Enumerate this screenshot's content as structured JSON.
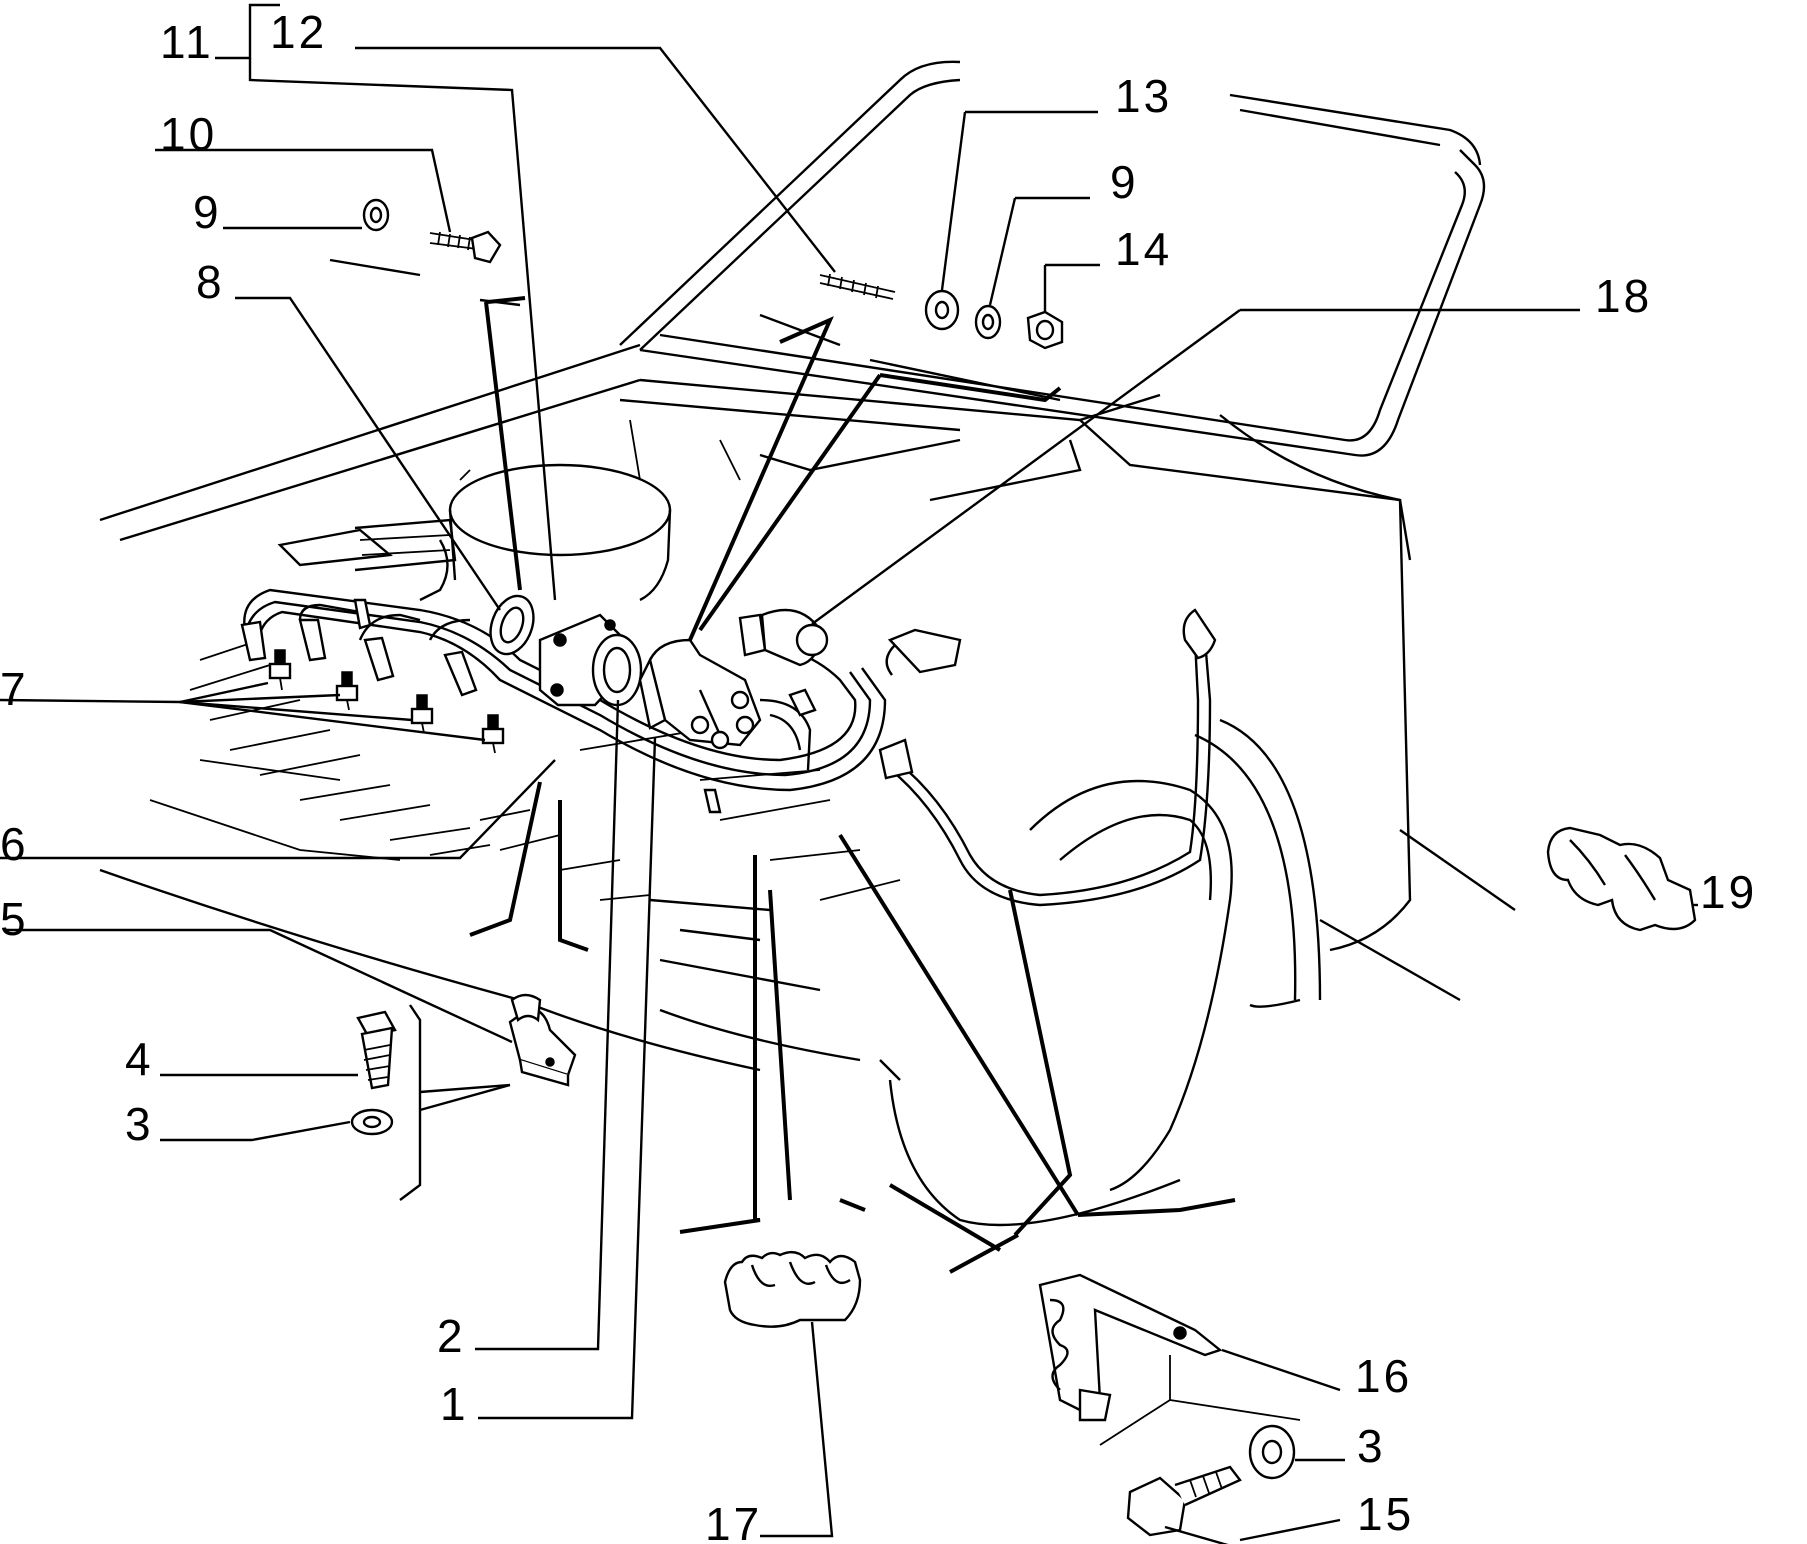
{
  "diagram": {
    "labels": [
      {
        "id": "lbl-11",
        "text": "11"
      },
      {
        "id": "lbl-12",
        "text": "12"
      },
      {
        "id": "lbl-10",
        "text": "10"
      },
      {
        "id": "lbl-9a",
        "text": "9"
      },
      {
        "id": "lbl-8",
        "text": "8"
      },
      {
        "id": "lbl-7",
        "text": "7"
      },
      {
        "id": "lbl-6",
        "text": "6"
      },
      {
        "id": "lbl-5",
        "text": "5"
      },
      {
        "id": "lbl-4",
        "text": "4"
      },
      {
        "id": "lbl-3a",
        "text": "3"
      },
      {
        "id": "lbl-2",
        "text": "2"
      },
      {
        "id": "lbl-1",
        "text": "1"
      },
      {
        "id": "lbl-17",
        "text": "17"
      },
      {
        "id": "lbl-13",
        "text": "13"
      },
      {
        "id": "lbl-9b",
        "text": "9"
      },
      {
        "id": "lbl-14",
        "text": "14"
      },
      {
        "id": "lbl-18",
        "text": "18"
      },
      {
        "id": "lbl-19",
        "text": "19"
      },
      {
        "id": "lbl-16",
        "text": "16"
      },
      {
        "id": "lbl-3b",
        "text": "3"
      },
      {
        "id": "lbl-15",
        "text": "15"
      }
    ]
  }
}
